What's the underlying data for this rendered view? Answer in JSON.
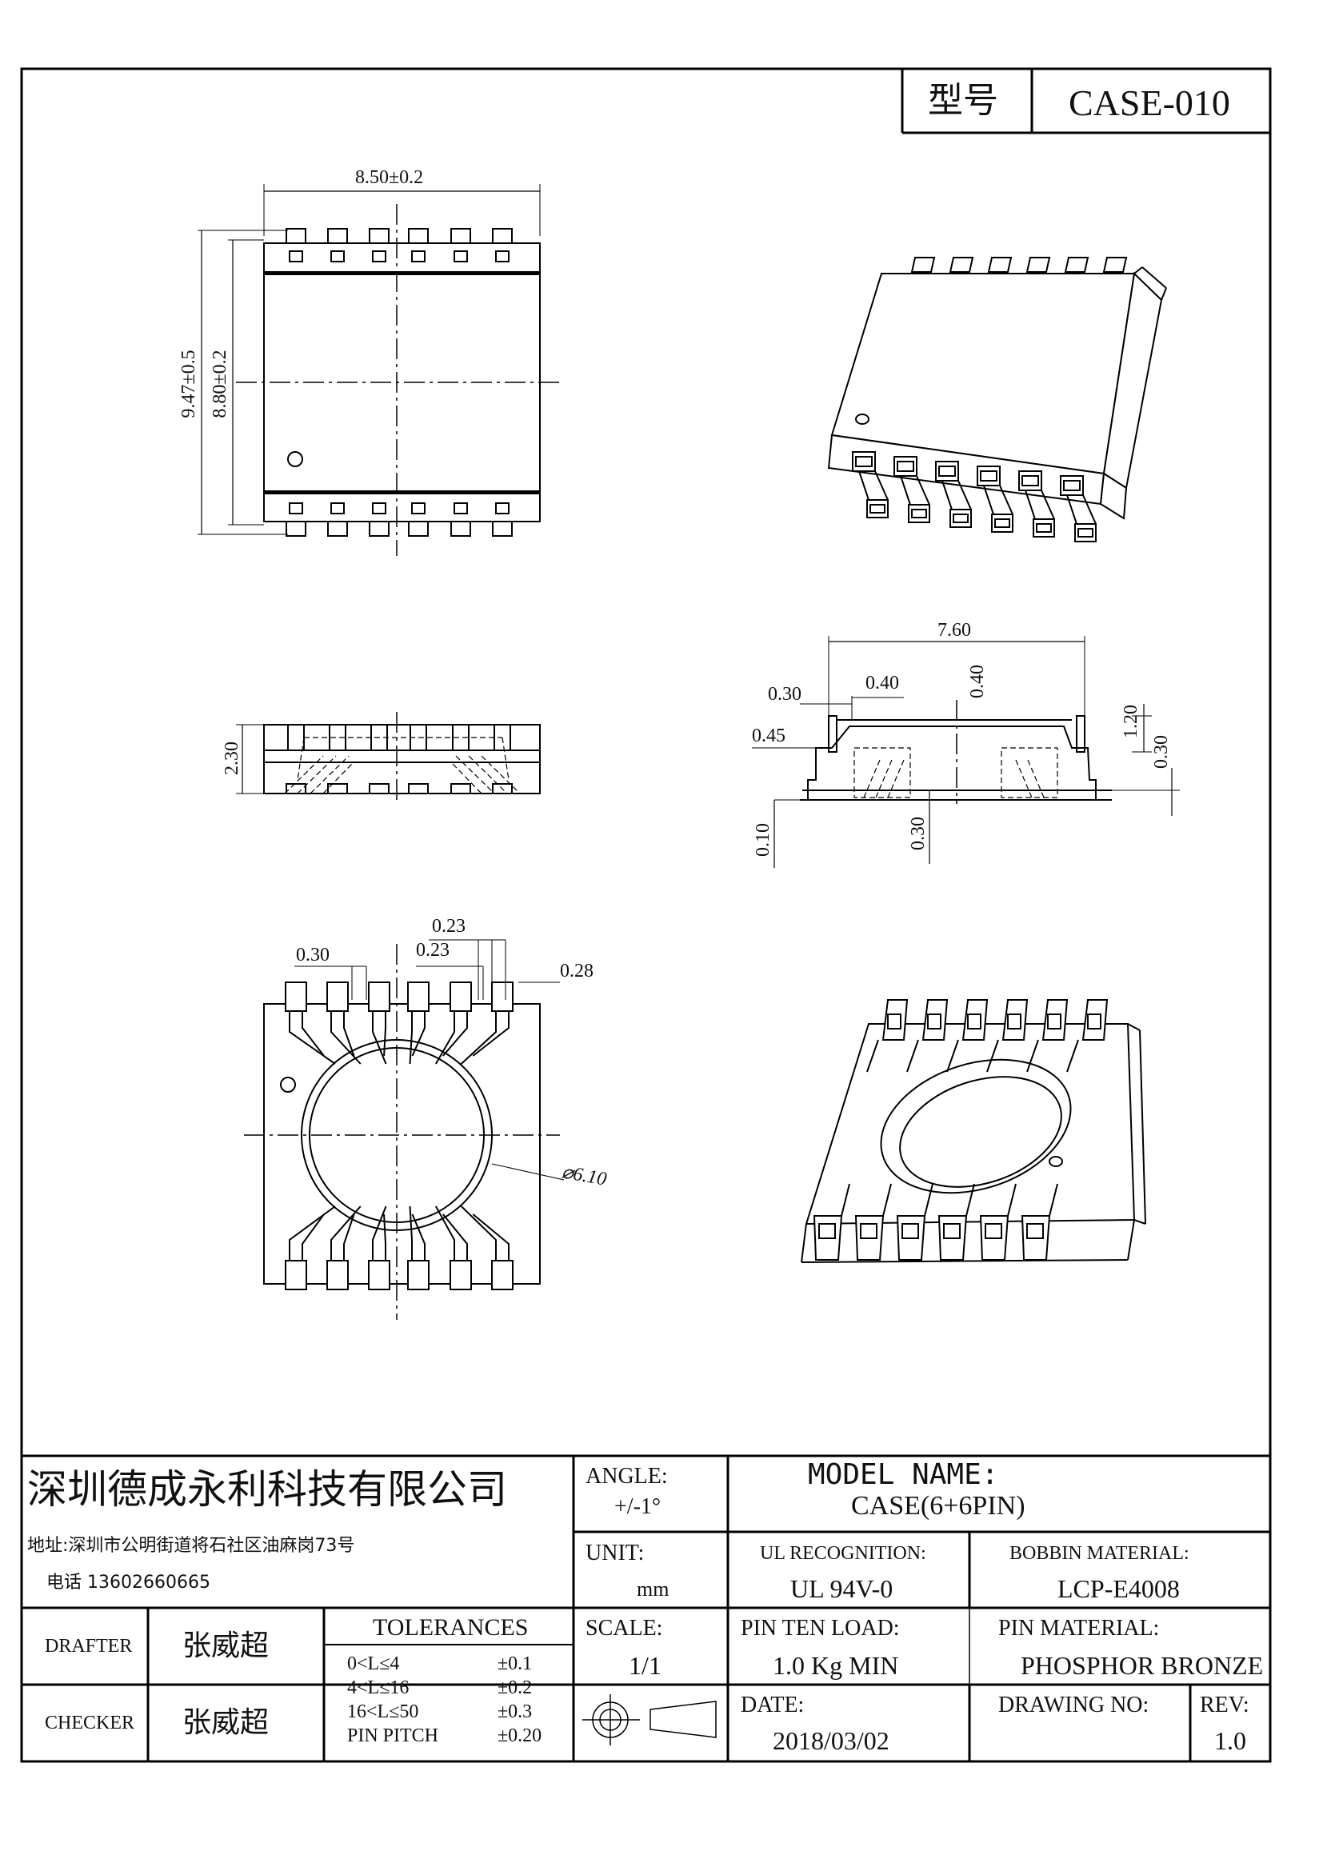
{
  "header": {
    "model_label": "型号",
    "model_value": "CASE-010"
  },
  "dims": {
    "top_width": "8.50±0.2",
    "top_height_outer": "9.47±0.5",
    "top_height_inner": "8.80±0.2",
    "side_height": "2.30",
    "r_width": "7.60",
    "r_030a": "0.30",
    "r_040a": "0.40",
    "r_040b": "0.40",
    "r_045": "0.45",
    "r_120": "1.20",
    "r_030b": "0.30",
    "r_010": "0.10",
    "r_030c": "0.30",
    "b_023a": "0.23",
    "b_030": "0.30",
    "b_023b": "0.23",
    "b_028": "0.28",
    "b_dia": "⌀6.10"
  },
  "title_block": {
    "company": "深圳德成永利科技有限公司",
    "address": "地址:深圳市公明街道将石社区油麻岗73号",
    "phone": "电话 13602660665",
    "angle_label": "ANGLE:",
    "angle_value": "+/-1°",
    "model_name_label": "MODEL NAME:",
    "model_name_value": "CASE(6+6PIN)",
    "unit_label": "UNIT:",
    "unit_value": "mm",
    "ul_label": "UL RECOGNITION:",
    "ul_value": "UL 94V-0",
    "bobbin_label": "BOBBIN MATERIAL:",
    "bobbin_value": "LCP-E4008",
    "drafter_label": "DRAFTER",
    "drafter_value": "张威超",
    "checker_label": "CHECKER",
    "checker_value": "张威超",
    "tolerances_label": "TOLERANCES",
    "tol_rows": [
      {
        "range": "0<L≤4",
        "tol": "±0.1"
      },
      {
        "range": "4<L≤16",
        "tol": "±0.2"
      },
      {
        "range": "16<L≤50",
        "tol": "±0.3"
      },
      {
        "range": "PIN PITCH",
        "tol": "±0.20"
      }
    ],
    "scale_label": "SCALE:",
    "scale_value": "1/1",
    "pin_load_label": "PIN TEN LOAD:",
    "pin_load_value": "1.0 Kg MIN",
    "pin_material_label": "PIN MATERIAL:",
    "pin_material_value": "PHOSPHOR BRONZE",
    "date_label": "DATE:",
    "date_value": "2018/03/02",
    "drawing_no_label": "DRAWING NO:",
    "drawing_no_value": "",
    "rev_label": "REV:",
    "rev_value": "1.0"
  }
}
